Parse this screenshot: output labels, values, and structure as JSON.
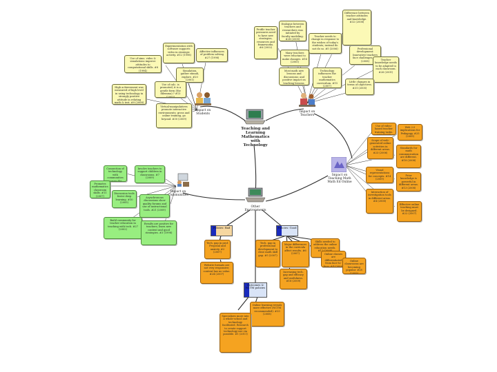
{
  "colors": {
    "yellow": "#fbf9b6",
    "green": "#98ee80",
    "orange": "#f5a320",
    "blue": "#2b3ec9",
    "line": "#2d2d2d"
  },
  "central": {
    "label": "Teaching and Learning Mathematics with Technology",
    "icon": "chalkboard-computer-icon"
  },
  "nodes": {
    "students": "Impact on Students",
    "teachers": "Impact on Teachers",
    "tools": "Impact on Teaching Math Math Ed Online",
    "communities": "Impact on Communities",
    "environments": "Other Environments"
  },
  "headers": {
    "policies_bad": "Policies: Bad",
    "policies_good": "Policies: Good",
    "outcomes": "Outcomes & NCTM policies"
  },
  "students_boxes": [
    "Use of sims. video & simulations improve attitudes to computational skills. #8 (1994)",
    "Experimentation with software supports video in strategic activity. #12 (1998)",
    "Affective influences of problem solving #27 (1998)",
    "Simulation, gather stimuli, explore. #20 (2001)",
    "Use of calc. is promoted; it is a gentle form (the dilemma).? #13 (2003)",
    "High achievement was measured of high level in using technology in strongly positive attitude in relating math & test. #9 (2008)",
    "Virtual-manipulatives promote interactive environments; gross and online training, go beyond. #30 (2009)"
  ],
  "teachers_boxes": [
    "Profile teacher pressures need to have new strategies, resources and frameworks. #6 (2002)",
    "Dialogue between teachers and researchers was initiated by faculty modeling. #28 (2005)",
    "Many teachers were reluctant to make changes. #16 (2005)",
    "Teacher needs to change in response to the wishes of today's students; instead do not do so. #5 (2006)",
    "Most math new lessons and discussions; and positive impact on teaching lessons. #17 (2009)",
    "Technology influences the teacher mathematics curriculum. #15 (2007)",
    "Professional development: Innovative teachers face challenges. #8 (2008)",
    "Difference between teacher attitudes and knowledge. #32 (2008)",
    "Teacher knowledge needs to be adapted to each classroom. #26 (2001)",
    "Little changes in terms of objectives. #31 (2005)"
  ],
  "tools_boxes": [
    "Use of video-based teacher training tasks. #26 (2007)",
    "Web 2.0 implications for Pedagogy. #25 (2009)",
    "Scope of web-generated online activities in different areas. #23 (2006)",
    "Standards for math communication are different. #18 (2008)",
    "Visual representations for concepts. #14 (2009)",
    "Prior knowledge is powerful in different areas. #13 (2008)",
    "Interaction of investigation tools in different areas. #4 (2008)",
    "Effective online teaching must be designed. #22 (2007)"
  ],
  "communities_boxes": [
    "Connection of technology with communities across the curriculum. #11 (2003)",
    "Involve teachers to support children in classrooms. #7 (2009)",
    "Promotes mathematics classroom skills. #11 (2007)",
    "Discussion tools foster deep learning. #10 (2005)",
    "Asynchronous discussions show quality forums and use of instructional tools. #21 (2009)",
    "Build community for teacher education in teaching with tech. #27 (2002)",
    "Results are positive for teachers; learn new content and good strategies. #3 (1998)"
  ],
  "policies_bad_boxes": [
    "Tech. gap in prof. Proposal and anxiety. #2 (2007)",
    "Website formats are not very responsive; content has no value. #24 (2007)"
  ],
  "policies_good_boxes": [
    "Tech. gap in professional development to close math skill gap. #5 (2007)",
    "Major differences in the curricula affect results. #6 (2007)",
    "Skills needed to address the online education needs. #12 (2008)",
    "Online classes are differentiated from face-to-face. #4 (2008)",
    "Online classrooms are becoming popular. #28 (2009)",
    "Increasing tech. gap and efficacy and usefulness. #18 (2009)"
  ],
  "outcome_boxes": [
    "Online learning reveals more effective (NCTM recommended). #33 (2008)",
    "Specializes more into a whole-school and technology facilitated. Research to create support technology-use via possible. #1 (2011)"
  ]
}
